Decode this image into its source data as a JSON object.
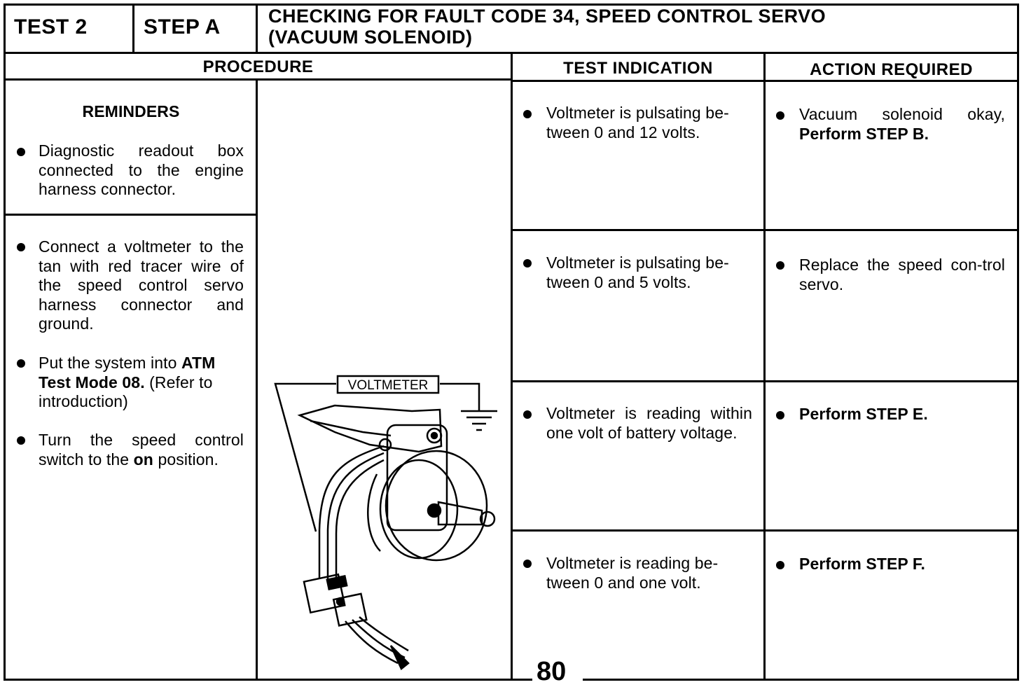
{
  "header": {
    "test": "TEST 2",
    "step": "STEP A",
    "title_line1": "CHECKING FOR FAULT CODE 34, SPEED CONTROL SERVO",
    "title_line2": "(VACUUM SOLENOID)"
  },
  "columns": {
    "procedure": "PROCEDURE",
    "test_indication": "TEST INDICATION",
    "action_required": "ACTION REQUIRED"
  },
  "procedure": {
    "reminders_title": "REMINDERS",
    "reminder_1": "Diagnostic readout box connected to the engine harness connector.",
    "step_1": "Connect a voltmeter to the tan with red tracer wire of the speed control servo harness connector and ground.",
    "step_2_pre": "Put the system into ",
    "step_2_bold": "ATM Test Mode 08.",
    "step_2_post": " (Refer to introduction)",
    "step_3_pre": "Turn the speed control switch to the ",
    "step_3_bold": "on",
    "step_3_post": " position."
  },
  "illustration": {
    "voltmeter_label": "VOLTMETER"
  },
  "rows": [
    {
      "indication": "Voltmeter is pulsating be-tween 0 and 12 volts.",
      "action_pre": "Vacuum solenoid okay, ",
      "action_bold": "Perform STEP B."
    },
    {
      "indication": "Voltmeter is pulsating be-tween 0 and 5 volts.",
      "action_pre": "Replace the speed con-trol servo.",
      "action_bold": ""
    },
    {
      "indication": "Voltmeter is reading within one volt of battery voltage.",
      "action_pre": "",
      "action_bold": "Perform STEP E."
    },
    {
      "indication": "Voltmeter is reading be-tween 0 and one volt.",
      "action_pre": "",
      "action_bold": "Perform STEP F."
    }
  ],
  "page_number": "80"
}
